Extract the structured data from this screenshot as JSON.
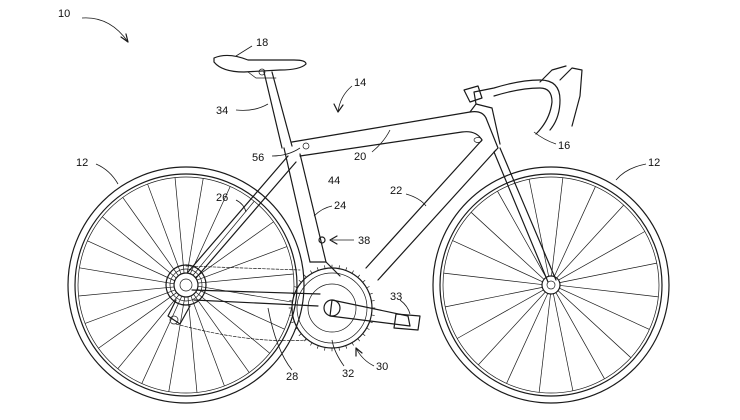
{
  "figure": {
    "reference_numerals": {
      "bicycle": "10",
      "front_wheel": "12",
      "rear_wheel": "12",
      "frame": "14",
      "handlebar": "16",
      "saddle": "18",
      "top_tube": "20",
      "down_tube": "22",
      "seat_tube": "24",
      "seat_stay": "26",
      "chain": "28",
      "crankset": "30",
      "chainring": "32",
      "pedal": "33",
      "seat_post": "34",
      "sensor": "38",
      "frame_interior": "44",
      "seat_clamp": "56"
    }
  }
}
